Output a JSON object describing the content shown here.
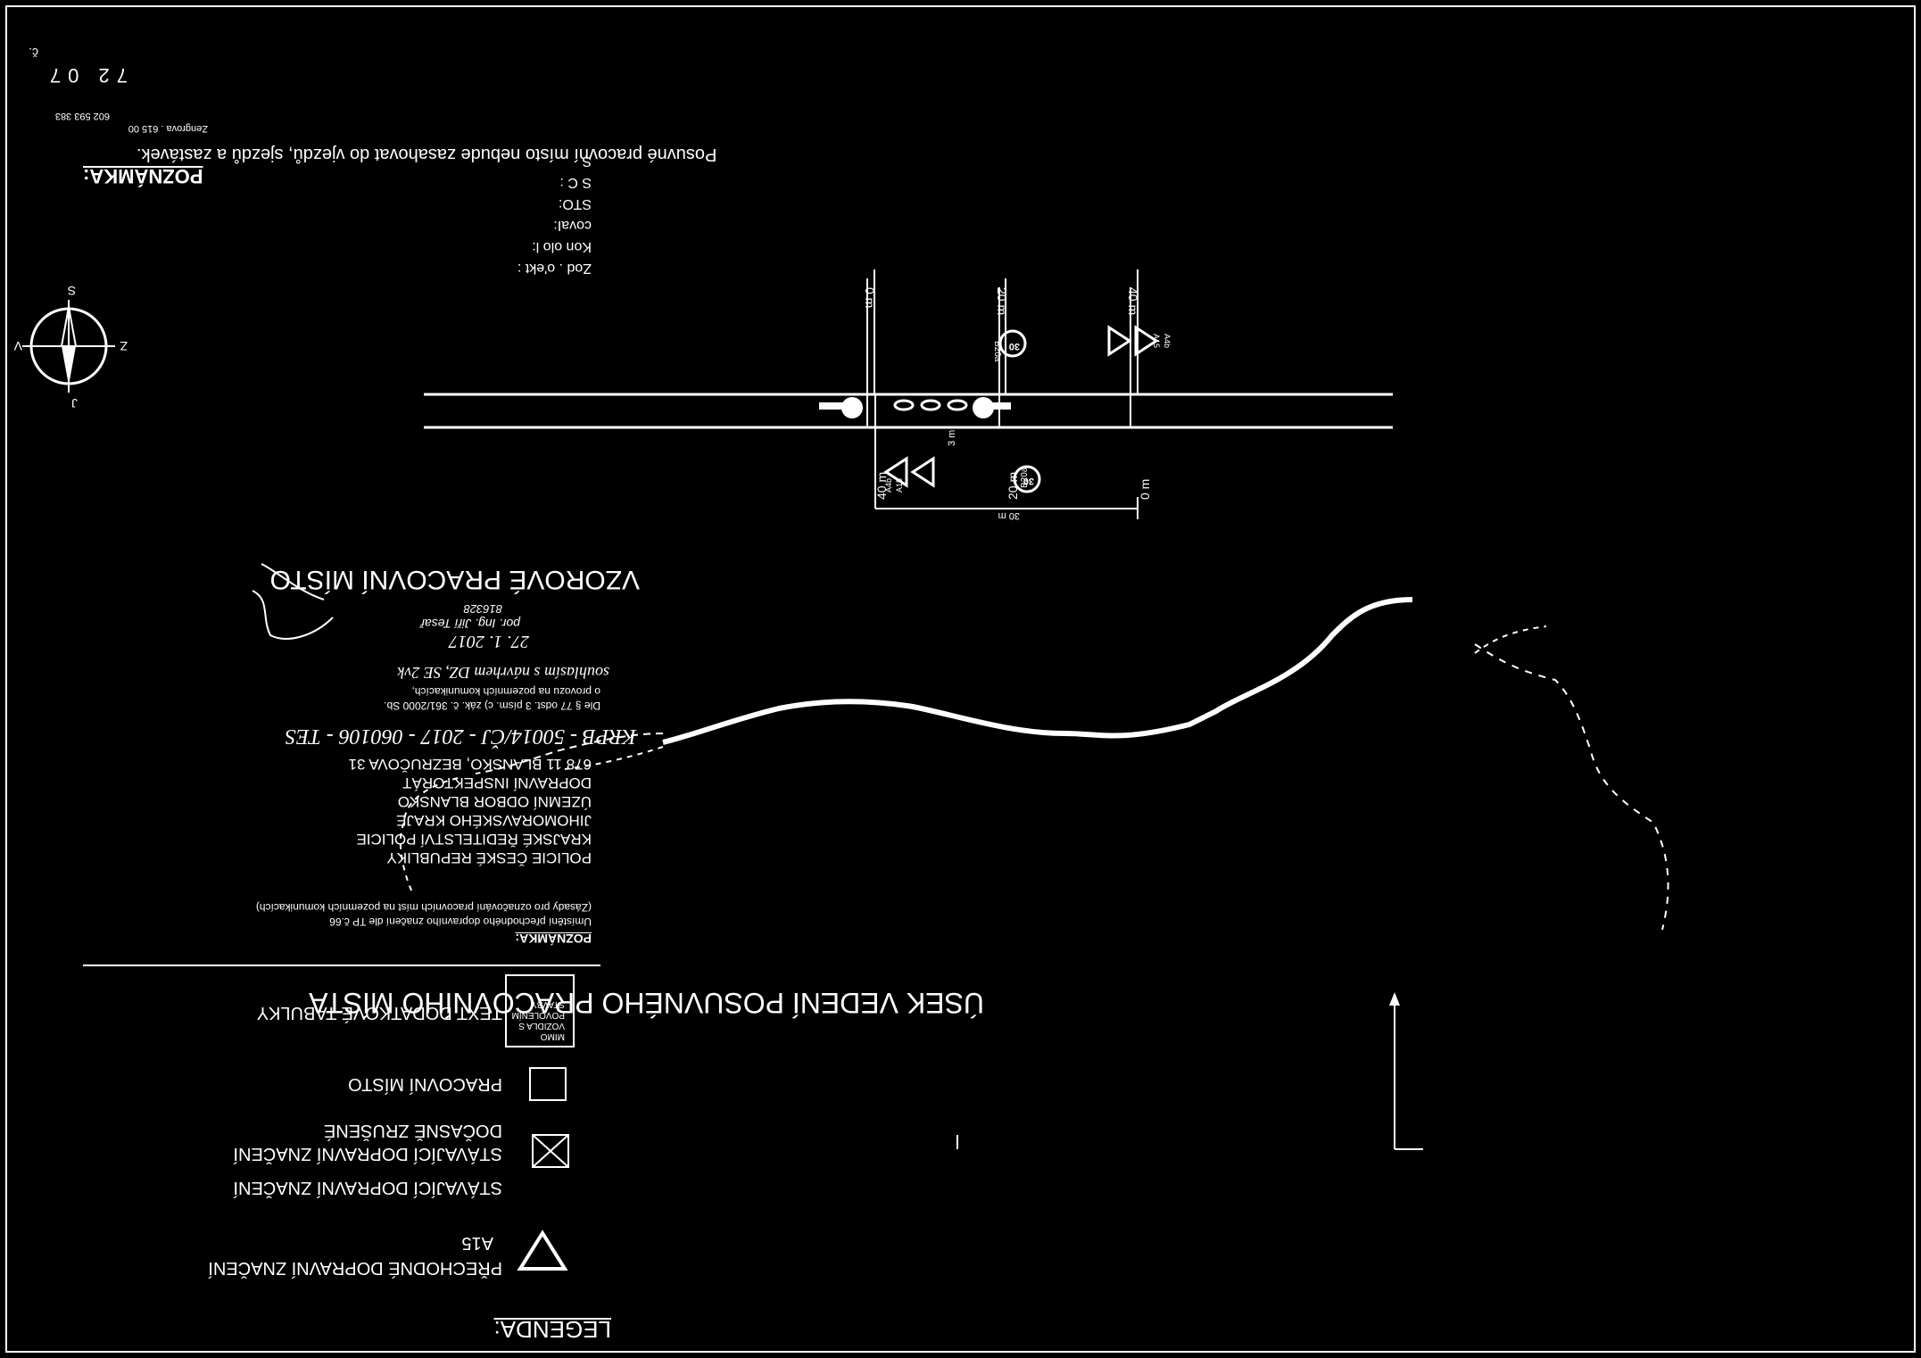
{
  "note": {
    "title": "POZNÁMKA:",
    "text": "Posuvné pracovní místo nebude zasahovat do vjezdů, sjezdů a zastávek."
  },
  "diagram": {
    "top_labels": [
      "0 m",
      "20 m",
      "40 m"
    ],
    "top_sign_labels": [
      "B20a",
      "A15",
      "A4b"
    ],
    "bottom_labels": [
      "0 m",
      "20 m",
      "40 m"
    ],
    "bottom_sign_labels": [
      "B20a",
      "A15",
      "A4b"
    ],
    "speed_sign": "30",
    "dim_30": "30 m",
    "dim_3": "3 m",
    "title": "VZOROVÉ PRACOVNÍ MÍSTO"
  },
  "section_label": "ÚSEK VEDENÍ POSUVNÉHO PRACOVNÍHO MÍSTA",
  "legend": {
    "title": "LEGENDA:",
    "items": [
      {
        "label": "PŘECHODNÉ DOPRAVNÍ ZNAČENÍ",
        "code": "A15"
      },
      {
        "label": "STÁVAJÍCÍ DOPRAVNÍ ZNAČENÍ"
      },
      {
        "label": "STÁVAJÍCÍ DOPRAVNÍ ZNAČENÍ"
      },
      {
        "label": "DOČASNĚ ZRUŠENÉ"
      },
      {
        "label": "PRACOVNÍ MÍSTO"
      },
      {
        "label": "TEXT DODATKOVÉ TABULKY"
      }
    ],
    "plate_lines": [
      "MIMO",
      "VOZIDLA S",
      "POVOLENÍM",
      "STAVBY"
    ]
  },
  "note2": {
    "title": "POZNÁMKA:",
    "lines": [
      "Umístění přechodného dopravního značení dle TP č.66",
      "(Zásady pro označování pracovních míst na pozemních komunikacích)"
    ]
  },
  "stamp": {
    "lines": [
      "POLICIE ČESKÉ REPUBLIKY",
      "KRAJSKÉ ŘEDITELSTVÍ POLICIE",
      "JIHOMORAVSKÉHO KRAJE",
      "ÚZEMNÍ ODBOR BLANSKO",
      "DOPRAVNÍ INSPEKTORÁT",
      "678 11 BLANSKO, BEZRUČOVA 31"
    ],
    "handwritten_ref": "KRPB - 50014/ČJ - 2017 - 060106 - TES",
    "approval_line1": "Dle § 77 odst. 3 písm. c) zák. č. 361/2000 Sb.",
    "approval_line2": "o provozu na pozemních komunikacích,",
    "approval_line3": "souhlasím s návrhem DZ, SE 2vk",
    "date": "27. 1. 2017",
    "officer": "por. Ing. Jiří Tesař",
    "officer_number": "816328"
  },
  "compass": {
    "N": "J",
    "S": "S",
    "E": "V",
    "W": "Z"
  },
  "title_block": {
    "rows": [
      "Zod   . o'ekt :",
      "Kon  olo  l:",
      "covaI:",
      "STO:",
      "S   C  :",
      "S"
    ],
    "company": "Zengrova . 615 00",
    "phone": "602 593 383",
    "number": "72 07",
    "sheet": "č."
  }
}
